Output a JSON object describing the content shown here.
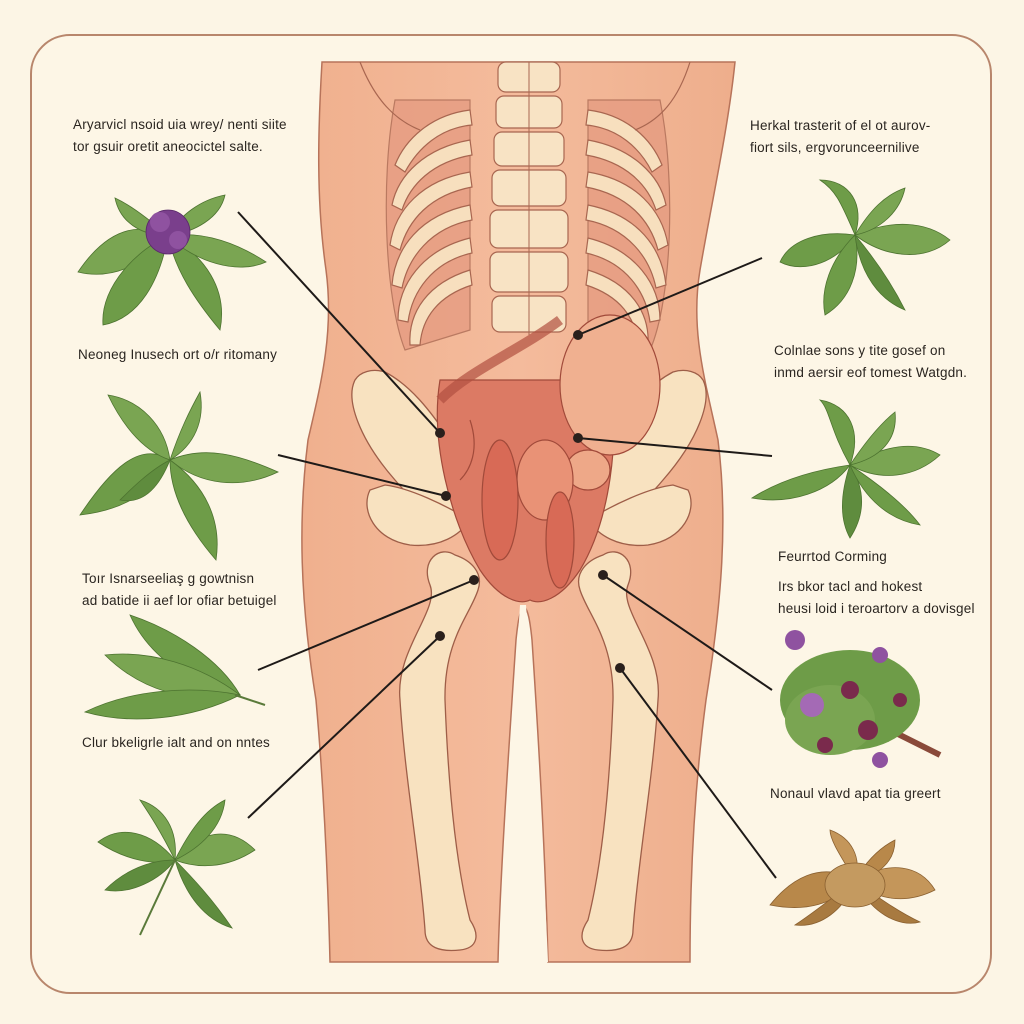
{
  "diagram": {
    "subject": "Lower torso and pelvic anatomy with herbal remedy callouts",
    "colors": {
      "background": "#fdf6e6",
      "frame_border": "#b8866c",
      "skin": "#f0b496",
      "bone": "#f8e2c0",
      "organ_red": "#d8705c",
      "leader_line": "#1e1a18",
      "leaf_green": "#6e9c48",
      "flower_purple": "#7a3f8c",
      "dried_herb": "#b8884a"
    },
    "labels_left": [
      {
        "lines": [
          "Aryarvicl nsoid uia wrey/ nenti siite",
          "tor gsuir oretit aneocictel salte."
        ]
      },
      {
        "lines": [
          "Neoneg Inusech ort o/r ritomany"
        ]
      },
      {
        "lines": [
          "Toır Isnarseeliaş g gowtnisn",
          "ad batide ii aef lor ofiar betuigel"
        ]
      },
      {
        "lines": [
          "Clur bkeligrle ialt and on nntes"
        ]
      }
    ],
    "labels_right": [
      {
        "lines": [
          "Herkal trasterit of el ot aurov-",
          "fiort sils, ergvorunceernilive"
        ]
      },
      {
        "lines": [
          "Colnlae sons y tite gosef on",
          "inmd aersir eof tomest Watgdn."
        ]
      },
      {
        "lines": [
          "Feurrtod Corming"
        ]
      },
      {
        "lines": [
          "Irs bkor tacl and hokest",
          "heusi loid i teroartorv a dovisgel"
        ]
      },
      {
        "lines": [
          "Nonaul vlavd apat tia greert"
        ]
      }
    ],
    "herbs_left": [
      {
        "name": "basil-with-purple-flower"
      },
      {
        "name": "mint-sprig"
      },
      {
        "name": "bay-leaves"
      },
      {
        "name": "green-herb-sprig"
      }
    ],
    "herbs_right": [
      {
        "name": "lemon-balm-sprig"
      },
      {
        "name": "peppermint-sprig"
      },
      {
        "name": "flowering-herb-bundle"
      },
      {
        "name": "dried-herb-leaves"
      }
    ]
  }
}
